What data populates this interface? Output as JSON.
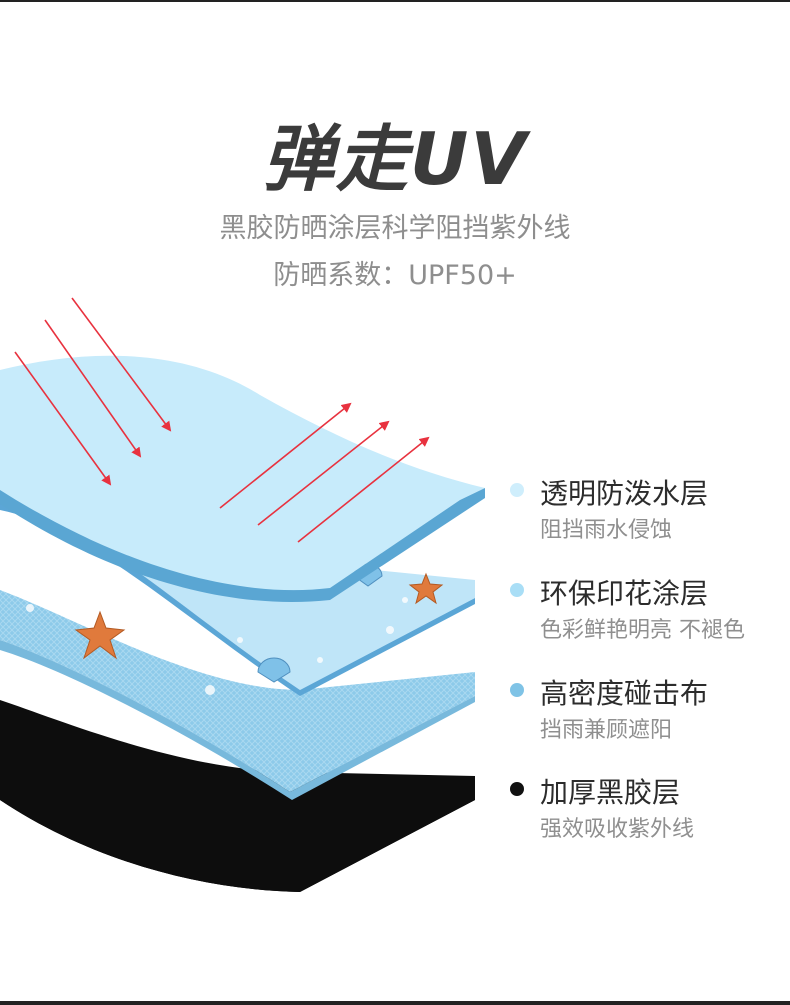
{
  "title": "弹走UV",
  "subtitle_line1": "黑胶防晒涂层科学阻挡紫外线",
  "subtitle_line2": "防晒系数：UPF50+",
  "layers": [
    {
      "name": "透明防泼水层",
      "desc": "阻挡雨水侵蚀",
      "color": "#cfeefc"
    },
    {
      "name": "环保印花涂层",
      "desc": "色彩鲜艳明亮  不褪色",
      "color": "#a9def6"
    },
    {
      "name": "高密度碰击布",
      "desc": "挡雨兼顾遮阳",
      "color": "#7fc3e6"
    },
    {
      "name": "加厚黑胶层",
      "desc": "强效吸收紫外线",
      "color": "#111111"
    }
  ]
}
